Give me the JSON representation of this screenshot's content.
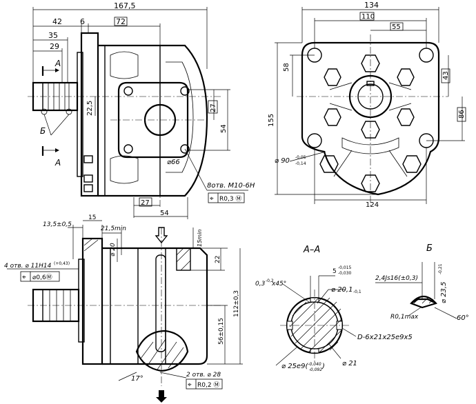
{
  "front_view": {
    "dims": {
      "overall_length": "167,5",
      "d42": "42",
      "d6": "6",
      "d72": "72",
      "d35": "35",
      "d29": "29",
      "d22_5": "22,5",
      "d27_right": "27",
      "d54_right": "54",
      "d27_bottom": "27",
      "d54_bottom": "54",
      "dia66": "⌀66"
    },
    "section_labels": {
      "a_top": "A",
      "a_bottom": "A",
      "b_detail": "Б"
    },
    "note_threads": "8отв. М10-6Н",
    "note_tolerance": "R0,3 Ⓜ"
  },
  "side_view": {
    "dims": {
      "width_134": "134",
      "d110": "110",
      "d55": "55",
      "d58": "58",
      "d43": "43",
      "d86": "86",
      "height_155": "155",
      "dia90": "⌀ 90",
      "dia90_tol_upper": "-0,05",
      "dia90_tol_lower": "-0,14",
      "d124": "124"
    }
  },
  "bottom_view": {
    "dims": {
      "d13_5": "13,5±0,5",
      "d15": "15",
      "d21_5": "21,5min",
      "dia20": "⌀ 20",
      "d15min": "15min",
      "d22": "22",
      "d112": "112±0,3",
      "d56": "56±0,15",
      "angle17": "17°",
      "dia28": "⌀ 28"
    },
    "note_holes": "4 отв. ⌀ 11H14",
    "note_holes_tol": "(+0,43)",
    "note_holes_frame": "⌀0,6Ⓜ",
    "note_2holes": "2 отв. ⌀ 28",
    "note_2holes_frame": "R0,2 Ⓜ"
  },
  "section_aa": {
    "title": "А–А",
    "chamfer": "0,3",
    "chamfer_tol": "-0,2",
    "chamfer_angle": "x45°",
    "key_width": "5",
    "key_tol_upper": "-0,015",
    "key_tol_lower": "-0,030",
    "dia20_1": "⌀ 20,1",
    "dia20_1_tol": "-0,1",
    "spline": "D-6x21x25e9x5",
    "dia25": "⌀ 25e9(",
    "dia25_tol_upper": "-0,040",
    "dia25_tol_lower": "-0,092",
    "dia25_close": ")",
    "dia21": "⌀ 21"
  },
  "detail_b": {
    "title": "Б",
    "tolerance": "2,4Js16(±0,3)",
    "dia23_5": "⌀ 23,5",
    "dia23_5_tol": "-0,21",
    "radius": "R0,1max",
    "angle": "60°"
  }
}
